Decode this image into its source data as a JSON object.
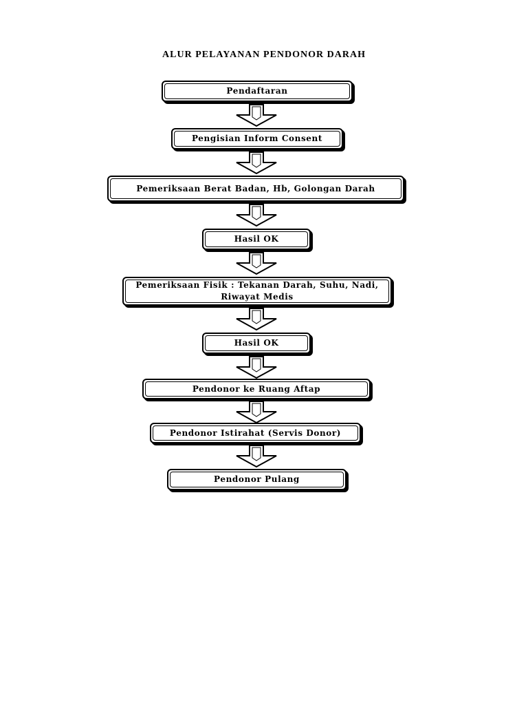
{
  "title": "ALUR PELAYANAN PENDONOR DARAH",
  "steps": [
    {
      "label": "Pendaftaran"
    },
    {
      "label": "Pengisian Inform Consent"
    },
    {
      "label": "Pemeriksaan Berat Badan, Hb, Golongan Darah"
    },
    {
      "label": "Hasil OK"
    },
    {
      "label": "Pemeriksaan Fisik : Tekanan Darah, Suhu, Nadi,\nRiwayat Medis"
    },
    {
      "label": "Hasil OK"
    },
    {
      "label": "Pendonor ke Ruang Aftap"
    },
    {
      "label": "Pendonor Istirahat (Servis Donor)"
    },
    {
      "label": "Pendonor Pulang"
    }
  ]
}
